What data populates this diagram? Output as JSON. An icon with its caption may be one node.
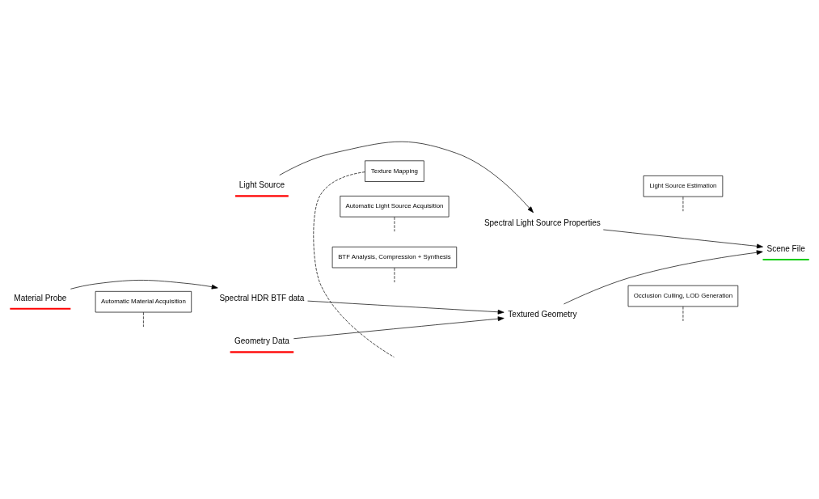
{
  "diagram": {
    "nodes": [
      {
        "text": [
          "Geometry Data"
        ]
      },
      {
        "text": [
          "Texture Mapping"
        ]
      },
      {
        "text": [
          "Automatic Material Acquisition"
        ]
      },
      {
        "text": [
          "BTF Analysis, Compression + Synthesis"
        ]
      },
      {
        "text": [
          "Occlusion Culling, LOD Generation"
        ]
      },
      {
        "text": [
          "Material Probe"
        ]
      },
      {
        "text": [
          "Spectral HDR BTF data"
        ]
      },
      {
        "text": [
          "Textured Geometry"
        ]
      },
      {
        "text": [
          "Scene File"
        ]
      },
      {
        "text": [
          "Light Source"
        ]
      },
      {
        "text": [
          "Spectral Light Source Properties"
        ]
      },
      {
        "text": [
          "Automatic Light Source Acquisition"
        ]
      },
      {
        "text": [
          "Light Source Estimation"
        ]
      }
    ],
    "edges": [
      {
        "from": 0,
        "to": 7,
        "arrow": "to"
      },
      {
        "from": 5,
        "to": 6,
        "arrow": "to"
      },
      {
        "from": 6,
        "to": 7,
        "arrow": "to"
      },
      {
        "from": 7,
        "to": 8,
        "arrow": "to"
      },
      {
        "from": 9,
        "to": 10,
        "arrow": "to"
      },
      {
        "from": 10,
        "to": 8,
        "arrow": "to"
      },
      {
        "from": 1,
        "to": null,
        "arrow": "none",
        "style": "dashed"
      },
      {
        "from": 2,
        "to": null,
        "arrow": "none",
        "style": "dashed"
      },
      {
        "from": 3,
        "to": null,
        "arrow": "none",
        "style": "dashed"
      },
      {
        "from": 4,
        "to": null,
        "arrow": "none",
        "style": "dashed"
      },
      {
        "from": 11,
        "to": null,
        "arrow": "none",
        "style": "dashed"
      },
      {
        "from": 12,
        "to": null,
        "arrow": "none",
        "style": "dashed"
      }
    ]
  }
}
